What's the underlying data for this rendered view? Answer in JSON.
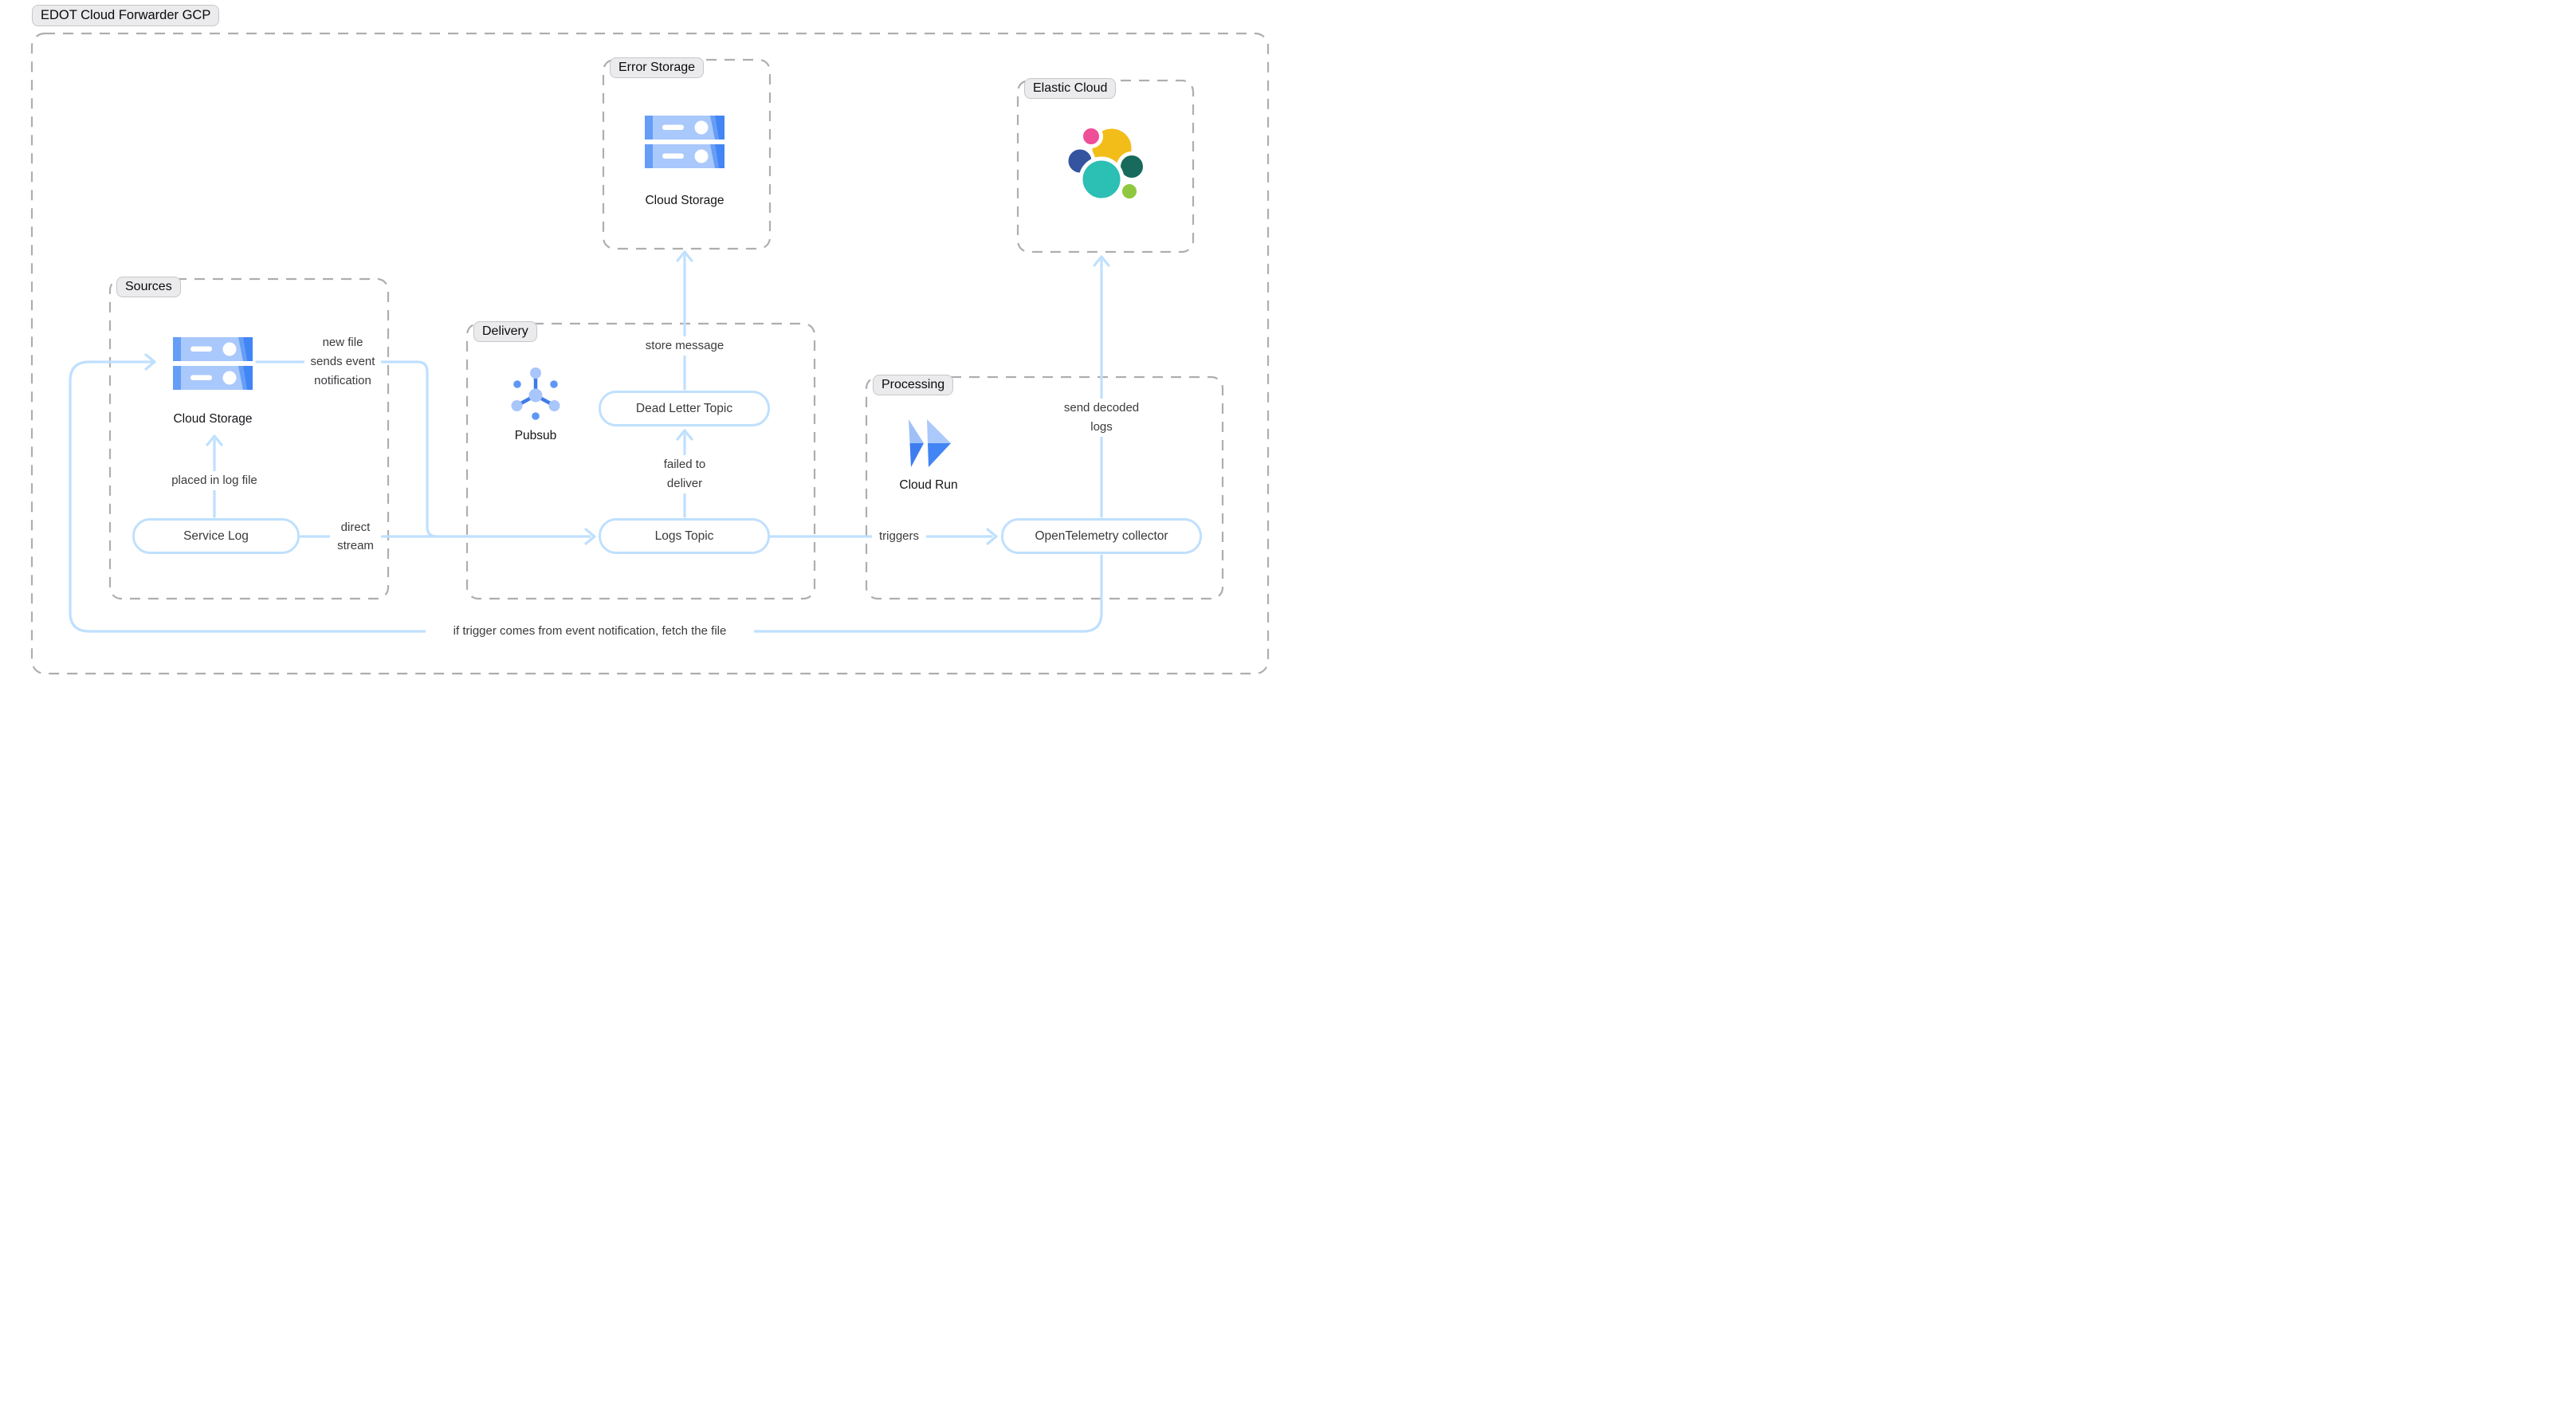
{
  "title": "EDOT Cloud Forwarder GCP",
  "groups": {
    "sources": "Sources",
    "delivery": "Delivery",
    "error_storage": "Error Storage",
    "processing": "Processing",
    "elastic_cloud": "Elastic Cloud"
  },
  "nodes": {
    "service_log": "Service Log",
    "dead_letter_topic": "Dead Letter Topic",
    "logs_topic": "Logs Topic",
    "otel_collector": "OpenTelemetry collector"
  },
  "icon_captions": {
    "cloud_storage_sources": "Cloud Storage",
    "cloud_storage_error": "Cloud Storage",
    "pubsub": "Pubsub",
    "cloud_run": "Cloud Run"
  },
  "edge_labels": {
    "new_file": [
      "new file",
      "sends event",
      "notification"
    ],
    "placed_in_log_file": "placed in log file",
    "direct_stream": [
      "direct",
      "stream"
    ],
    "store_message": "store message",
    "failed_to_deliver": [
      "failed to",
      "deliver"
    ],
    "triggers": "triggers",
    "send_decoded_logs": [
      "send decoded",
      "logs"
    ],
    "fetch_file": "if trigger comes from event notification, fetch the file"
  },
  "icons": {
    "cloud_storage": "gcp-cloud-storage-icon",
    "pubsub": "gcp-pubsub-icon",
    "cloud_run": "gcp-cloud-run-icon",
    "elastic": "elastic-logo-icon"
  },
  "colors": {
    "connector_blue": "#BFE0FD",
    "dash_gray": "#AEAEB0",
    "pill_bg": "#EBEBED",
    "label_text": "#3A3B3E",
    "gcp_blue_light": "#A9C8FB",
    "gcp_blue_medium": "#669DF6",
    "gcp_blue_dark": "#4285F4",
    "gcp_spoke_blue": "#3D7BE8",
    "elastic_yellow": "#F3BD19",
    "elastic_pink": "#EF4E98",
    "elastic_navy": "#34549F",
    "elastic_teal": "#2CBFB4",
    "elastic_green_dark": "#176A5C",
    "elastic_green_light": "#8FC83F"
  }
}
